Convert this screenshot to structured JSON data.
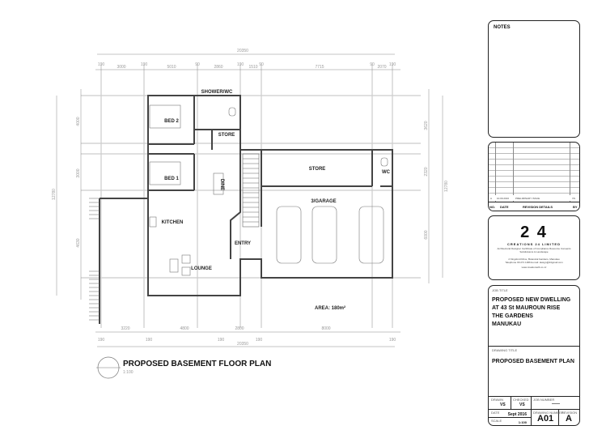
{
  "drawing": {
    "title": "PROPOSED BASEMENT FLOOR PLAN",
    "scale": "1:100",
    "area": "AREA: 180m²",
    "rooms": {
      "shower_wc": "SHOWER/WC",
      "bed2": "BED 2",
      "store_upper": "STORE",
      "bed1": "BED 1",
      "dine": "DINE",
      "kitchen": "KITCHEN",
      "lounge": "LOUNGE",
      "entry": "ENTRY",
      "store_garage": "STORE",
      "wc": "WC",
      "garage": "3/GARAGE"
    },
    "dimensions": {
      "top_total": "20350",
      "top": [
        "190",
        "3000",
        "190",
        "5010",
        "90",
        "2860",
        "190",
        "1510",
        "90",
        "7715",
        "90",
        "2070",
        "190"
      ],
      "bottom": [
        "3220",
        "4800",
        "2800",
        "8000"
      ],
      "bottom_walls": [
        "190",
        "190",
        "190",
        "190",
        "190"
      ],
      "bottom_total": "20350",
      "left": [
        "4000",
        "3000",
        "4630"
      ],
      "left_total": "12780",
      "right": [
        "3620",
        "2320",
        "6000"
      ],
      "right_total": "12780"
    }
  },
  "title_block": {
    "notes_label": "NOTES",
    "revision": {
      "row": {
        "no": "A",
        "date": "10.09.2016",
        "details": "PRELIMINARY ISSUE",
        "by": "VS"
      },
      "headers": {
        "no": "NO.",
        "date": "DATE",
        "details": "REVISION DETAILS",
        "by": "BY"
      }
    },
    "company": {
      "logo": "2 4",
      "name": "CREATIONS 24 LIMITED",
      "tagline": "Architectural Designer Certificate of Compliance Resource Consents Subdivisions & Landscape",
      "address": "2 Kingsford Drive, Botanical Gardens, Manukau",
      "contact": "Telephone 09 271 1066  E-mail: design@24gmail.com",
      "web": "www.creations24.co.nz"
    },
    "job_title_label": "JOB TITLE",
    "job_title": [
      "PROPOSED NEW DWELLING",
      "AT 43 St MAUROUN RISE",
      "THE GARDENS",
      "MANUKAU"
    ],
    "drawing_title_label": "DRAWING TITLE",
    "drawing_title": "PROPOSED BASEMENT PLAN",
    "drawn_label": "DRAWN",
    "drawn": "VS",
    "checked_label": "CHECKED",
    "checked": "VS",
    "job_number_label": "JOB NUMBER",
    "job_number": "——",
    "date_label": "DATE",
    "date": "Sept 2016",
    "scale_label": "SCALE",
    "scale": "1:100",
    "drawing_number_label": "DRAWING NUMBER",
    "drawing_number": "A01",
    "revision_label": "REVISION",
    "revision_letter": "A"
  }
}
